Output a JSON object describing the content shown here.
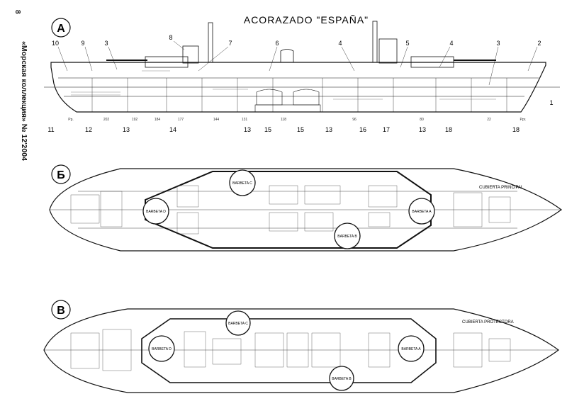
{
  "page": {
    "number": "8",
    "journal": "«Морская коллекция» № 12'2004"
  },
  "title": "ACORAZADO \"ESPAÑA\"",
  "views": {
    "a": {
      "letter": "А"
    },
    "b": {
      "letter": "Б",
      "deck_name": "CUBIERTA PRINCIPAL",
      "barbettes": [
        "BARBETA C",
        "BARBETA D",
        "BARBETA B",
        "BARBETA A"
      ]
    },
    "c": {
      "letter": "В",
      "deck_name": "CUBIERTA PROTECTORA",
      "barbettes": [
        "BARBETA C",
        "BARBETA D",
        "BARBETA B",
        "BARBETA A"
      ]
    }
  },
  "callouts_top": [
    "10",
    "9",
    "3",
    "8",
    "7",
    "6",
    "4",
    "5",
    "4",
    "3",
    "2"
  ],
  "callouts_bottom": [
    "11",
    "12",
    "13",
    "14",
    "13",
    "15",
    "15",
    "13",
    "16",
    "17",
    "13",
    "18",
    "18",
    "1"
  ],
  "frames": [
    "Pp.",
    "202",
    "192",
    "184",
    "177",
    "144",
    "131",
    "118",
    "96",
    "80",
    "22",
    "Ppr."
  ]
}
